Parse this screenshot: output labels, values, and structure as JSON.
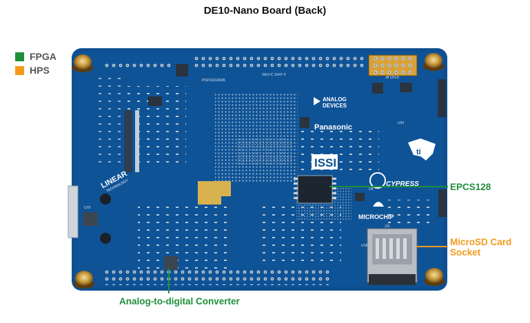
{
  "title": "DE10-Nano Board (Back)",
  "legend": {
    "items": [
      {
        "label": "FPGA",
        "color": "#1e8f3a"
      },
      {
        "label": "HPS",
        "color": "#f29a1e"
      }
    ]
  },
  "callouts": {
    "epcs": "EPCS128",
    "microsd_line1": "MicroSD Card",
    "microsd_line2": "Socket",
    "adc": "Analog-to-digital Converter"
  },
  "board_text": {
    "serial": "P0216110045",
    "part": "SKV-C 1647 F",
    "analog1": "ANALOG",
    "analog2": "DEVICES",
    "panasonic": "Panasonic",
    "issi": "ISSI",
    "cypress": "CYPRESS",
    "microchip": "MICROCHIP",
    "linear": "LINEAR",
    "linear2": "TECHNOLOGY",
    "j8": "J8 CPLD",
    "j11": "J11",
    "u24": "U24",
    "u18": "U18",
    "u8": "U8",
    "u79": "U79"
  },
  "colors": {
    "board": "#0e4f91",
    "fpga": "#1e8f3a",
    "hps": "#f29a1e"
  }
}
